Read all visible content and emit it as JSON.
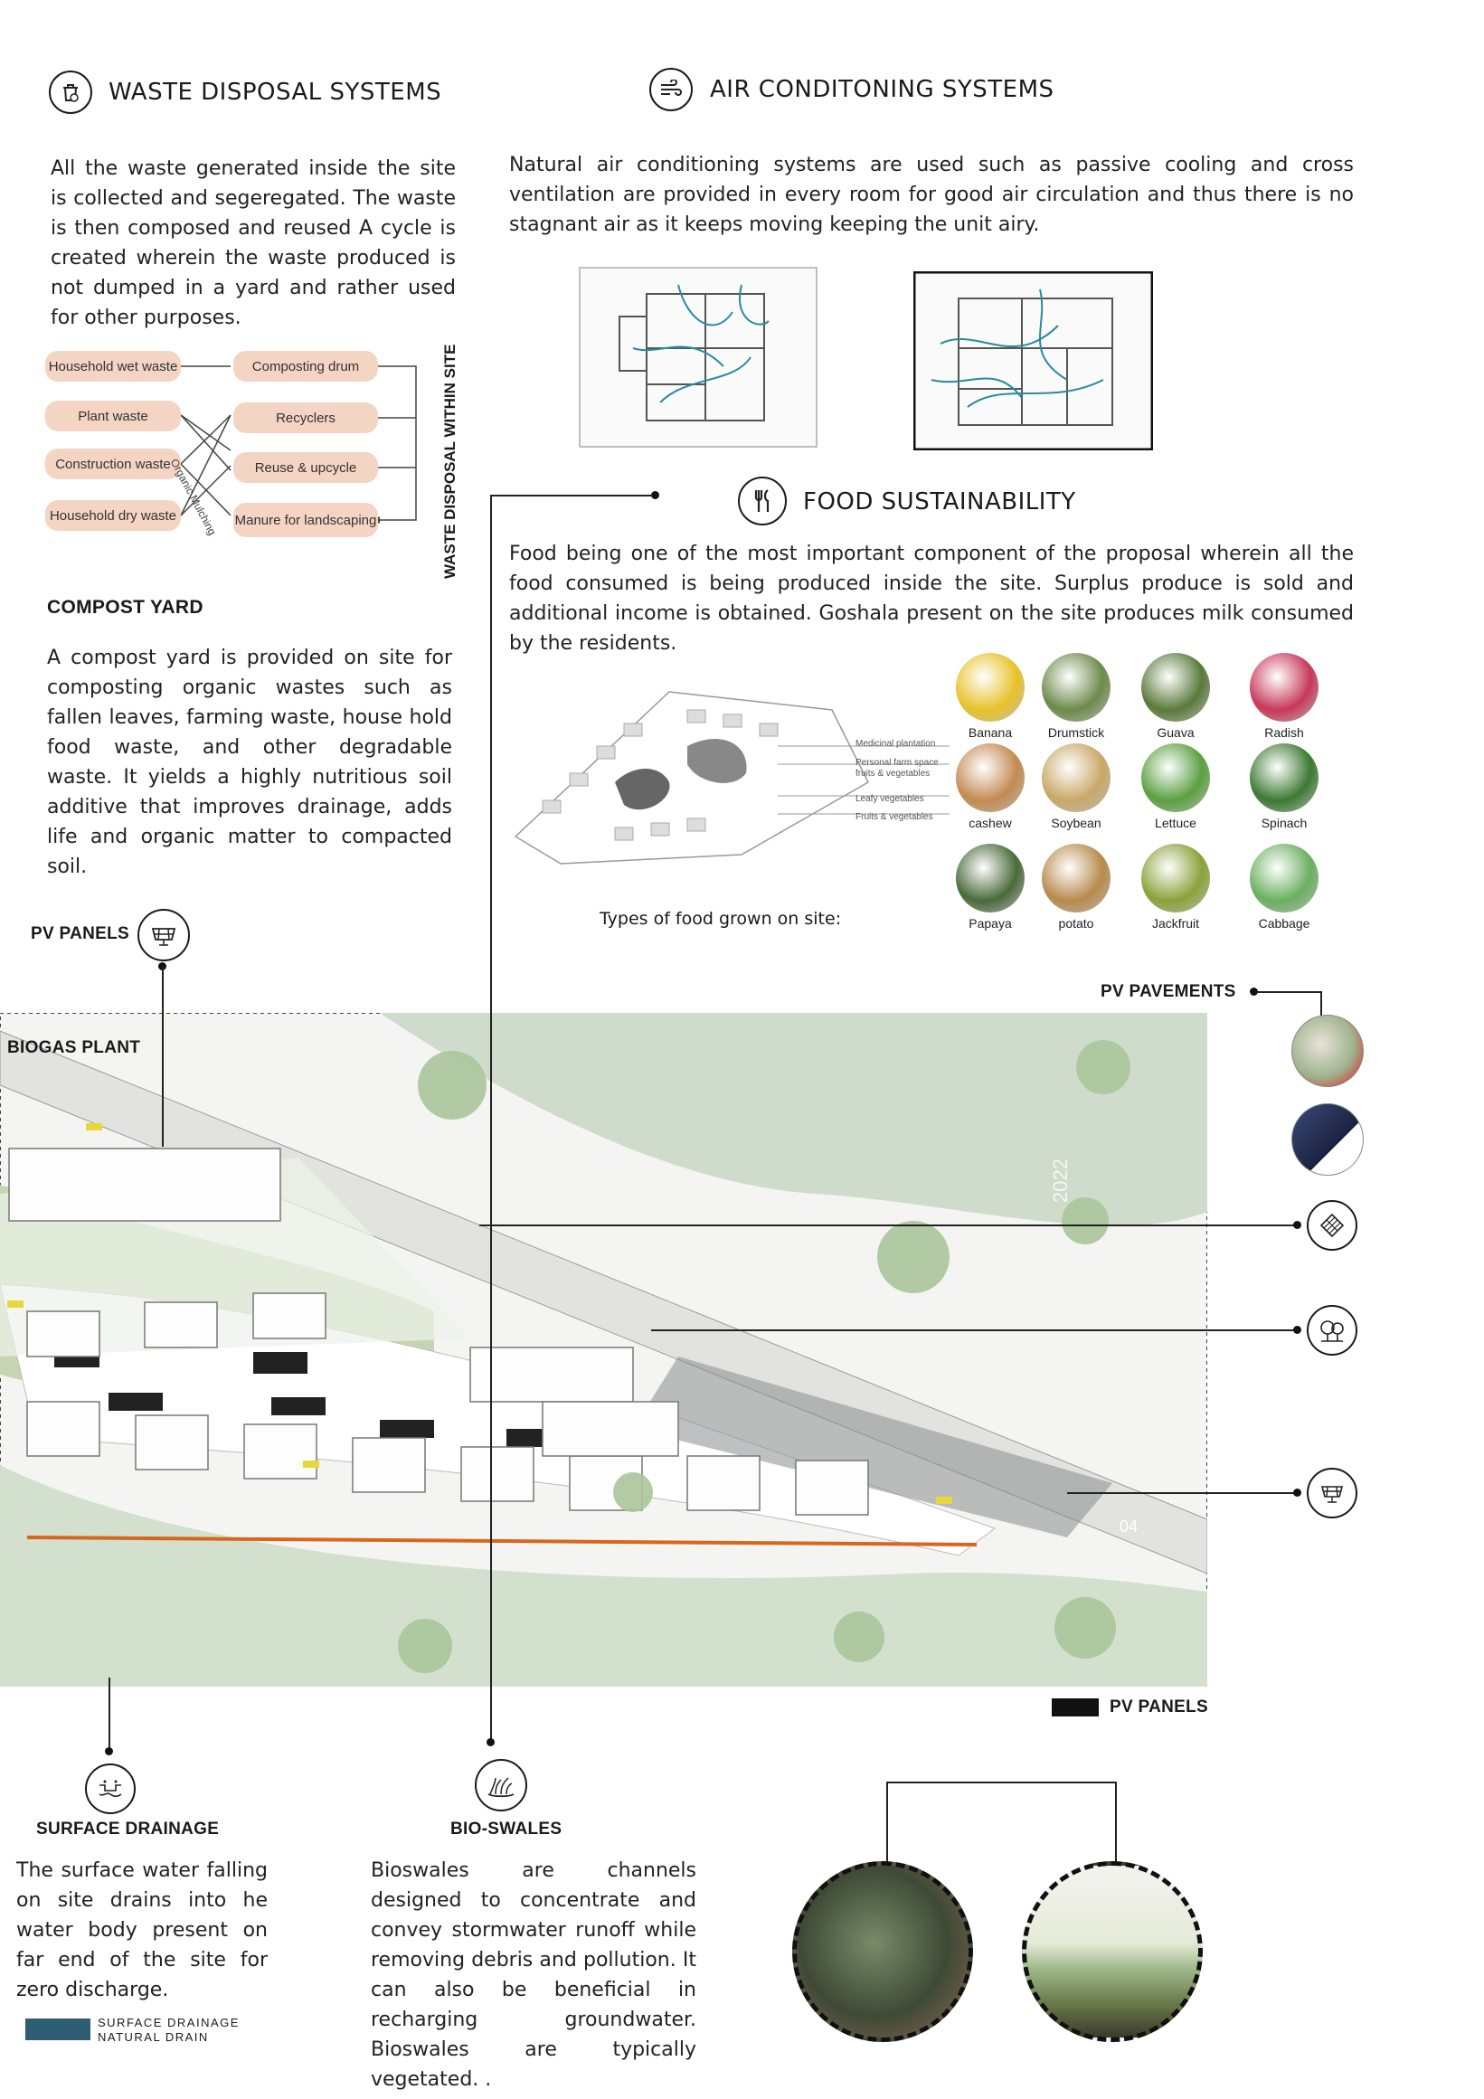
{
  "waste": {
    "heading": "WASTE DISPOSAL SYSTEMS",
    "body": "All the waste generated inside the site is collected and segeregated. The waste is then composed and reused A cycle is created wherein the waste produced is not dumped in a yard and rather used for other purposes.",
    "sources": [
      "Household wet waste",
      "Plant waste",
      "Construction waste",
      "Household dry waste"
    ],
    "destinations": [
      "Composting drum",
      "Recyclers",
      "Reuse & upcycle",
      "Manure for landscaping"
    ],
    "flow_label": "Organic Mulching",
    "vertical_label": "WASTE DISPOSAL WITHIN SITE"
  },
  "compost": {
    "heading": "COMPOST YARD",
    "body": "A compost yard is provided on site for composting organic wastes such as fallen leaves, farming waste, house hold food waste, and other degradable waste. It yields a highly nutritious soil additive that improves drainage, adds life and organic matter to compacted soil."
  },
  "air": {
    "heading": "AIR CONDITONING SYSTEMS",
    "body": "Natural air conditioning systems are used such as passive cooling and cross ventilation are provided in every room for good air circulation and thus there is no stagnant air as it keeps moving keeping the unit airy."
  },
  "food": {
    "heading": "FOOD SUSTAINABILITY",
    "body": "Food being one of the most important component of the proposal wherein all the food consumed is being produced inside the site. Surplus produce is sold and additional income is obtained. Goshala present on the site produces milk consumed by the residents.",
    "map_labels": [
      "Medicinal plantation",
      "Personal farm space fruits & vegetables",
      "Leafy vegetables",
      "Fruits & vegetables"
    ],
    "caption": "Types of food grown on site:",
    "items": [
      {
        "name": "Banana",
        "color": "#e8c22a"
      },
      {
        "name": "Drumstick",
        "color": "#6d8a4a"
      },
      {
        "name": "Guava",
        "color": "#5a7a3a"
      },
      {
        "name": "Radish",
        "color": "#c8385a"
      },
      {
        "name": "cashew",
        "color": "#c48a52"
      },
      {
        "name": "Soybean",
        "color": "#c9a867"
      },
      {
        "name": "Lettuce",
        "color": "#5aa040"
      },
      {
        "name": "Spinach",
        "color": "#3c7a32"
      },
      {
        "name": "Papaya",
        "color": "#4a6a3a"
      },
      {
        "name": "potato",
        "color": "#b88a4c"
      },
      {
        "name": "Jackfruit",
        "color": "#8aa23a"
      },
      {
        "name": "Cabbage",
        "color": "#6ab060"
      }
    ]
  },
  "site": {
    "pv_panels": "PV PANELS",
    "biogas": "BIOGAS PLANT",
    "pv_pavements": "PV PAVEMENTS",
    "legend_pv": "PV PANELS",
    "watermark": "2022",
    "sheet_no": "04"
  },
  "drainage": {
    "heading": "SURFACE DRAINAGE",
    "body": "The surface water falling on site drains into he water body present on far end of the site for zero discharge.",
    "legend_1": "SURFACE DRAINAGE",
    "legend_2": "NATURAL DRAIN",
    "legend_color": "#2e5d74"
  },
  "bioswales": {
    "heading": "BIO-SWALES",
    "body": "Bioswales are channels designed to concentrate and convey stormwater runoff while removing debris and pollution. It can also be beneficial in recharging groundwater. Bioswales are typically vegetated. ."
  }
}
